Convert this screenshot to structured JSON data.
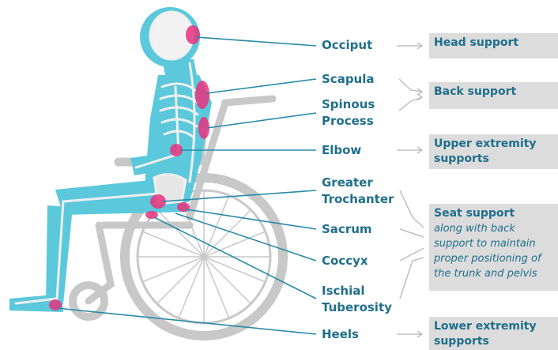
{
  "anatomy_labels": {
    "occiput": "Occiput",
    "scapula": "Scapula",
    "spinous_process_line1": "Spinous",
    "spinous_process_line2": "Process",
    "elbow": "Elbow",
    "greater_trochanter_line1": "Greater",
    "greater_trochanter_line2": "Trochanter",
    "sacrum": "Sacrum",
    "coccyx": "Coccyx",
    "ischial_tuberosity_line1": "Ischial",
    "ischial_tuberosity_line2": "Tuberosity",
    "heels": "Heels"
  },
  "supports": {
    "head": "Head support",
    "back": "Back support",
    "upper_line1": "Upper extremity",
    "upper_line2": "supports",
    "seat_title": "Seat support",
    "seat_note_line1": "along with back",
    "seat_note_line2": "support to maintain",
    "seat_note_line3": "proper positioning of",
    "seat_note_line4": "the trunk and pelvis",
    "lower_line1": "Lower extremity",
    "lower_line2": "supports"
  },
  "colors": {
    "label_blue": "#1f6f8b",
    "leader_line": "#2a8aa8",
    "body_cyan": "#5cc8dc",
    "pressure_pink": "#e8337f",
    "wheelchair_gray": "#c8c8c8",
    "box_gray": "#dcdcdc",
    "arrow_gray": "#c0c0c0"
  }
}
